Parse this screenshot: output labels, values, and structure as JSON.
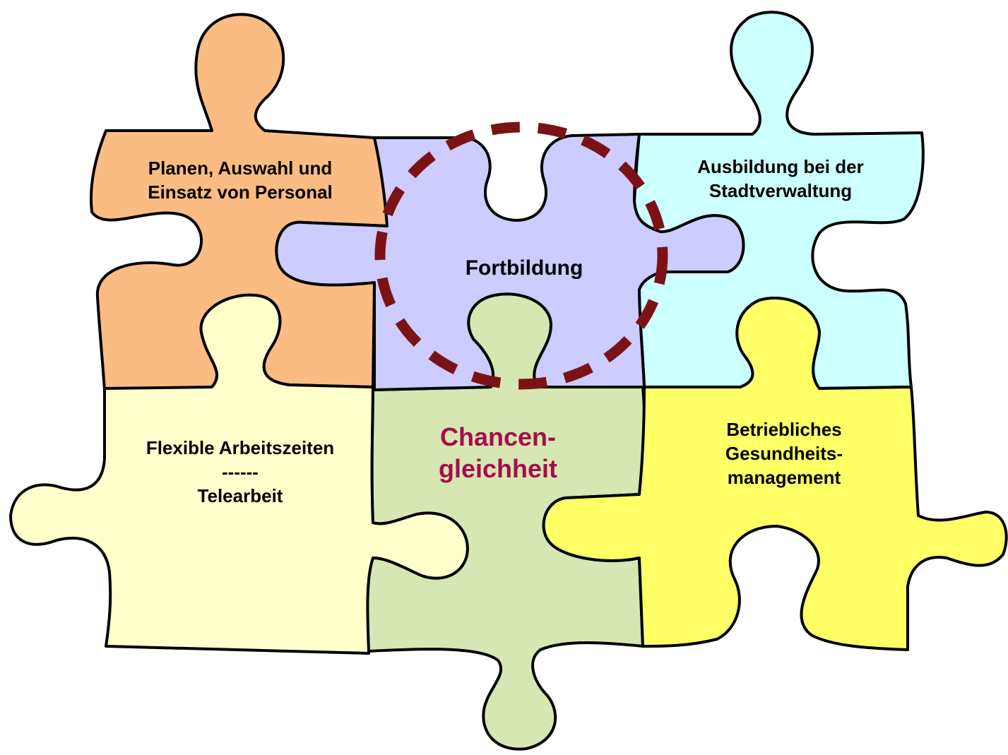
{
  "diagram": {
    "pieces": {
      "planen": {
        "lines": [
          "Planen, Auswahl und",
          "Einsatz von Personal"
        ],
        "fill": "#fbbc83"
      },
      "fortbildung": {
        "lines": [
          "Fortbildung"
        ],
        "fill": "#ccccff"
      },
      "ausbildung": {
        "lines": [
          "Ausbildung bei der",
          "Stadtverwaltung"
        ],
        "fill": "#ccffff"
      },
      "flexible": {
        "lines": [
          "Flexible Arbeitszeiten",
          "------",
          "Telearbeit"
        ],
        "fill": "#ffffcc"
      },
      "chancen": {
        "lines": [
          "Chancen-",
          "gleichheit"
        ],
        "fill": "#d6e7b3",
        "text_color": "#a50e4a"
      },
      "gesundheit": {
        "lines": [
          "Betriebliches",
          "Gesundheits-",
          "management"
        ],
        "fill": "#ffff66"
      }
    },
    "highlight_ring": {
      "color": "#7b1316",
      "style": "dashed"
    }
  }
}
